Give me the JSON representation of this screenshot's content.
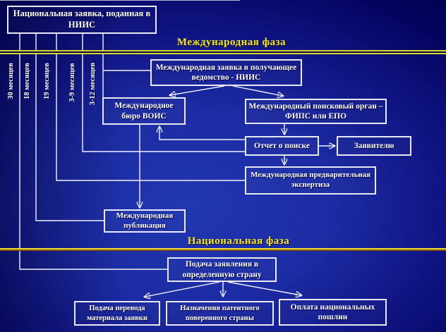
{
  "diagram": {
    "phase_international": "Международная фаза",
    "phase_national": "Национальная фаза",
    "timeline": {
      "t30": "30 месяцев",
      "t18": "18 месяцев",
      "t19": "19 месяцев",
      "t3_9": "3-9 месяцев",
      "t3_12": "3-12 месяцев"
    },
    "boxes": {
      "national_application": "Национальная заявка, поданная в НИИС",
      "international_application": "Международная заявка в получающее ведомство - НИИС",
      "wipo_bureau": "Международное бюро ВОИС",
      "search_authority": "Международный поисковый орган –ФИПС или ЕПО",
      "search_report": "Отчет о поиске",
      "to_applicant": "Заявителю",
      "preliminary_examination": "Международная предварительная экспертиза",
      "international_publication": "Международная публикация",
      "national_entry": "Подача заявления в определенную страну",
      "translation_filing": "Подача перевода материала заявки",
      "patent_attorney": "Назначения патентного поверенного страны",
      "national_fees": "Оплата национальных пошлин"
    },
    "colors": {
      "background_blue": "#1c2ba2",
      "dark_navy": "#02024e",
      "accent_yellow": "#f2e23c",
      "line_white": "#f2f2fa"
    }
  }
}
